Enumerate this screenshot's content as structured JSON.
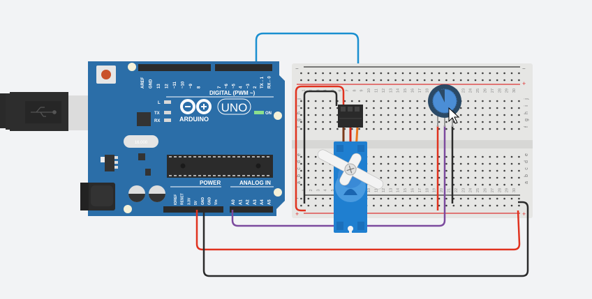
{
  "colors": {
    "background": "#f2f3f5",
    "board": "#2b6ea8",
    "breadboard": "#e4e4e2",
    "wire_red": "#e0321f",
    "wire_black": "#2a2a2a",
    "wire_blue": "#1a8fd0",
    "wire_purple": "#7c4a9e",
    "wire_orange": "#e8761e",
    "wire_brown": "#7a3a1a",
    "servo": "#1f7fd0",
    "pot_knob": "#4b8ed6"
  },
  "arduino": {
    "brand": "ARDUINO",
    "model": "UNO",
    "digital_label": "DIGITAL (PWM ~)",
    "power_label": "POWER",
    "analog_label": "ANALOG IN",
    "led_l": "L",
    "led_tx": "TX",
    "led_rx": "RX",
    "on_label": "ON",
    "crystal_text": "16.000",
    "digital_pins": [
      "AREF",
      "GND",
      "13",
      "12",
      "~11",
      "~10",
      "~9",
      "8",
      "7",
      "~6",
      "~5",
      "4",
      "~3",
      "2",
      "TX→1",
      "RX←0"
    ],
    "power_pins": [
      "IOREF",
      "RESET",
      "3.3V",
      "5V",
      "GND",
      "GND",
      "Vin"
    ],
    "analog_pins": [
      "A0",
      "A1",
      "A2",
      "A3",
      "A4",
      "A5"
    ]
  },
  "breadboard": {
    "rail_minus": "−",
    "rail_plus": "+",
    "top_rows": [
      "j",
      "i",
      "h",
      "g",
      "f"
    ],
    "bottom_rows": [
      "e",
      "d",
      "c",
      "b",
      "a"
    ],
    "columns": [
      "1",
      "2",
      "3",
      "4",
      "5",
      "6",
      "7",
      "8",
      "9",
      "10",
      "11",
      "12",
      "13",
      "14",
      "15",
      "16",
      "17",
      "18",
      "19",
      "20",
      "21",
      "22",
      "23",
      "24",
      "25",
      "26",
      "27",
      "28",
      "29",
      "30"
    ]
  },
  "icons": {
    "usb": "usb-icon",
    "cursor": "mouse-cursor-icon"
  }
}
